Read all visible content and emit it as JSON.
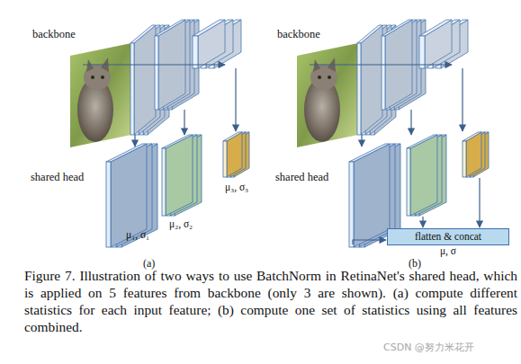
{
  "diagram": {
    "caption": "Figure 7. Illustration of two ways to use BatchNorm in RetinaNet's shared head, which is applied on 5 features from backbone (only 3 are shown). (a) compute different statistics for each input feature; (b) compute one set of statistics using all features combined.",
    "nodes": [
      {
        "text": [
          "flatten & concat",
          "μ, σ"
        ]
      }
    ],
    "labels": [
      "backbone",
      "backbone",
      "shared head",
      "shared head",
      "μ₁, σ₁",
      "μ₂, σ₂",
      "μ₃, σ₃",
      "(a)",
      "(b)",
      "CSDN @努力米花开"
    ]
  }
}
